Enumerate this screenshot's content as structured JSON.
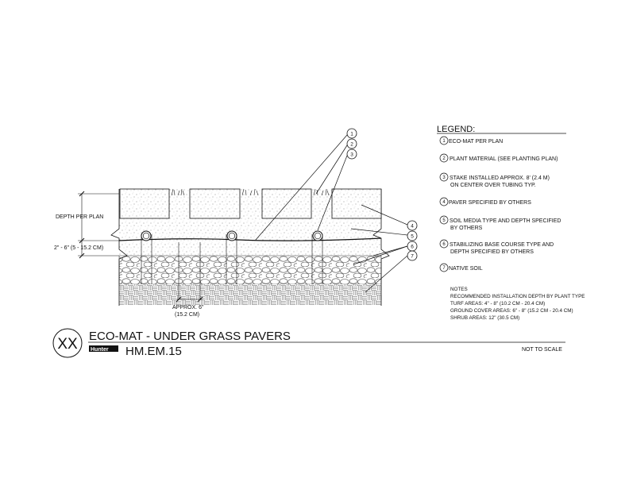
{
  "legend": {
    "title": "LEGEND:",
    "items": [
      {
        "num": "1",
        "lines": [
          "ECO-MAT PER PLAN"
        ]
      },
      {
        "num": "2",
        "lines": [
          "PLANT MATERIAL (SEE PLANTING PLAN)"
        ]
      },
      {
        "num": "3",
        "lines": [
          "STAKE INSTALLED APPROX. 8' (2.4 M)",
          "ON CENTER OVER TUBING TYP."
        ]
      },
      {
        "num": "4",
        "lines": [
          "PAVER SPECIFIED BY OTHERS"
        ]
      },
      {
        "num": "5",
        "lines": [
          "SOIL MEDIA TYPE AND DEPTH SPECIFIED",
          "BY OTHERS"
        ]
      },
      {
        "num": "6",
        "lines": [
          "STABILIZING BASE COURSE TYPE AND",
          "DEPTH SPECIFIED BY OTHERS"
        ]
      },
      {
        "num": "7",
        "lines": [
          "NATIVE SOIL"
        ]
      }
    ]
  },
  "notes": {
    "title": "NOTES",
    "lines": [
      "RECOMMENDED INSTALLATION DEPTH BY PLANT TYPE",
      "TURF AREAS: 4\" - 8\" (10.2 CM - 20.4 CM)",
      "GROUND COVER AREAS: 6\" - 8\" (15.2 CM - 20.4 CM)",
      "SHRUB AREAS: 12\" (30.5 CM)"
    ]
  },
  "dimensions": {
    "depth": "DEPTH PER PLAN",
    "mat_depth": "2\" - 6\" (5 - 15.2 CM)",
    "spacing_1": "APPROX. 6\"",
    "spacing_2": "(15.2 CM)"
  },
  "title_block": {
    "detail_id": "XX",
    "title": "ECO-MAT - UNDER GRASS PAVERS",
    "brand": "Hunter",
    "code": "HM.EM.15",
    "scale": "NOT TO SCALE"
  }
}
